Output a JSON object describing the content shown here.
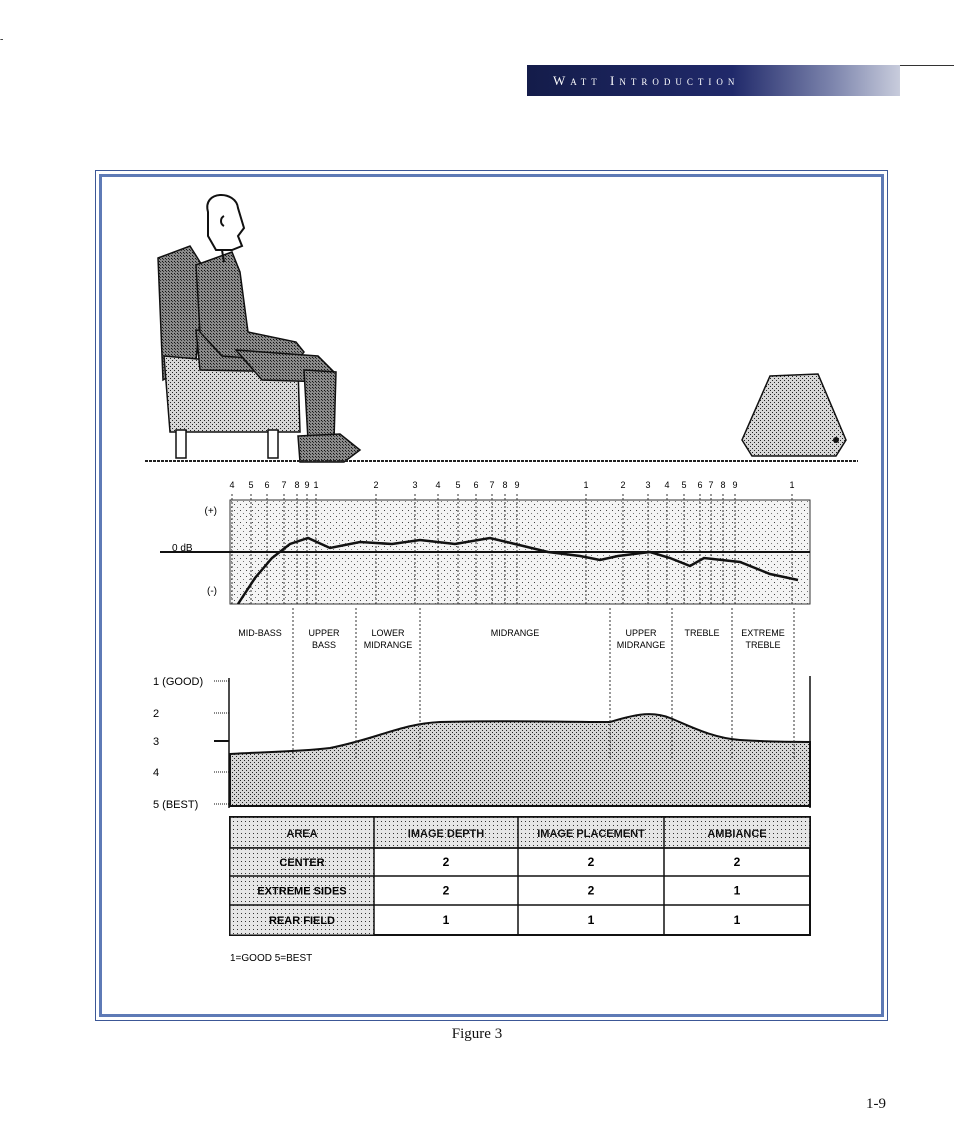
{
  "page": {
    "corner_mark": "-",
    "header": {
      "title": "Watt Introduction",
      "bar_colors": [
        "#141c4a",
        "#20296a",
        "#7d85ad",
        "#c8ccdc"
      ]
    },
    "figure": {
      "caption": "Figure 3",
      "frame_color": "#5e7ab6",
      "ticks": [
        "4",
        "5",
        "6",
        "7",
        "8",
        "9",
        "1",
        "2",
        "3",
        "4",
        "5",
        "6",
        "7",
        "8",
        "9",
        "1",
        "2",
        "3",
        "4",
        "5",
        "6",
        "7",
        "8",
        "9",
        "1",
        "2"
      ],
      "response_axis": {
        "upper": "(+)",
        "ref": "0 dB",
        "lower": "(-)"
      },
      "regions": [
        {
          "line1": "MID-BASS",
          "line2": ""
        },
        {
          "line1": "UPPER",
          "line2": "BASS"
        },
        {
          "line1": "LOWER",
          "line2": "MIDRANGE"
        },
        {
          "line1": "MIDRANGE",
          "line2": ""
        },
        {
          "line1": "UPPER",
          "line2": "MIDRANGE"
        },
        {
          "line1": "TREBLE",
          "line2": ""
        },
        {
          "line1": "EXTREME",
          "line2": "TREBLE"
        }
      ],
      "score_axis": [
        "1 (GOOD)",
        "2",
        "3",
        "4",
        "5 (BEST)"
      ],
      "table": {
        "header": [
          "AREA",
          "IMAGE DEPTH",
          "IMAGE PLACEMENT",
          "AMBIANCE"
        ],
        "rows": [
          {
            "area": "CENTER",
            "values": [
              "2",
              "2",
              "2"
            ]
          },
          {
            "area": "EXTREME SIDES",
            "values": [
              "2",
              "2",
              "1"
            ]
          },
          {
            "area": "REAR FIELD",
            "values": [
              "1",
              "1",
              "1"
            ]
          }
        ]
      },
      "legend": "1=GOOD   5=BEST"
    },
    "page_number": "1-9"
  }
}
